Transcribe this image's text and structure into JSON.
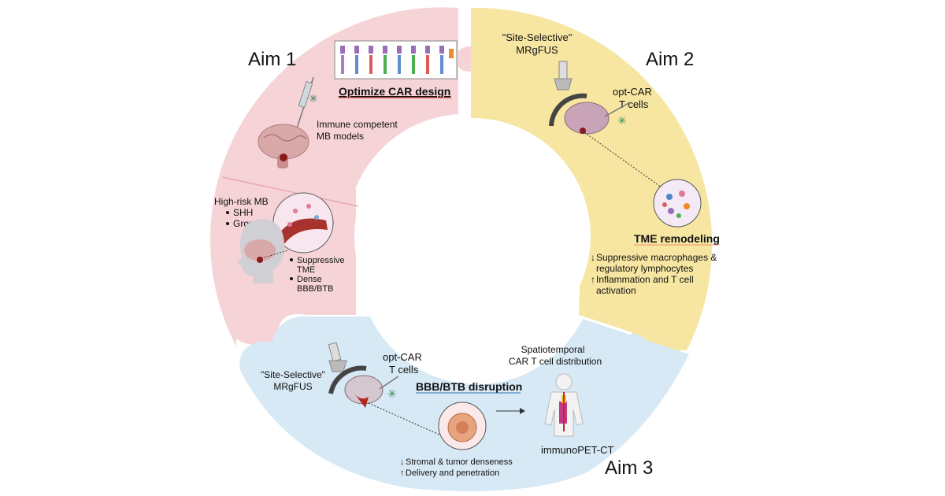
{
  "colors": {
    "aim1": "#f5d3d6",
    "aim2": "#f6e6a2",
    "aim3": "#d7e9f5",
    "aim1_title": "#e27a86",
    "aim2_title": "#a98a4c",
    "aim3_title": "#4f86c6",
    "optimize": "#c62828",
    "tme": "#e8906b",
    "bbb": "#2f6fb0",
    "arrow_down": "#d32f2f",
    "arrow_up": "#2e9a4a"
  },
  "aim1": {
    "title": "Aim 1",
    "optimize_label": "Optimize CAR design",
    "immune_line1": "Immune competent",
    "immune_line2": "MB models",
    "highrisk_title": "High-risk MB",
    "highrisk_bullets": [
      "SHH",
      "Group 3"
    ],
    "tme_bullets": [
      "Suppressive",
      "TME",
      "Dense",
      "BBB/BTB"
    ]
  },
  "aim2": {
    "title": "Aim 2",
    "site_line1": "\"Site-Selective\"",
    "site_line2": "MRgFUS",
    "optcar_line1": "opt-CAR",
    "optcar_line2": "T cells",
    "tme_label": "TME remodeling",
    "effect1_line1": "Suppressive  macrophages &",
    "effect1_line2": "regulatory lymphocytes",
    "effect2_line1": "Inflammation and T cell",
    "effect2_line2": "activation",
    "arrow_down": "↓",
    "arrow_up": "↑"
  },
  "aim3": {
    "title": "Aim 3",
    "site_line1": "\"Site-Selective\"",
    "site_line2": "MRgFUS",
    "optcar_line1": "opt-CAR",
    "optcar_line2": "T cells",
    "bbb_label": "BBB/BTB disruption",
    "spatio_line1": "Spatiotemporal",
    "spatio_line2": "CAR T cell distribution",
    "pet_label": "immunoPET-CT",
    "effect1": "Stromal & tumor denseness",
    "effect2": "Delivery and penetration",
    "arrow_down": "↓",
    "arrow_up": "↑"
  }
}
